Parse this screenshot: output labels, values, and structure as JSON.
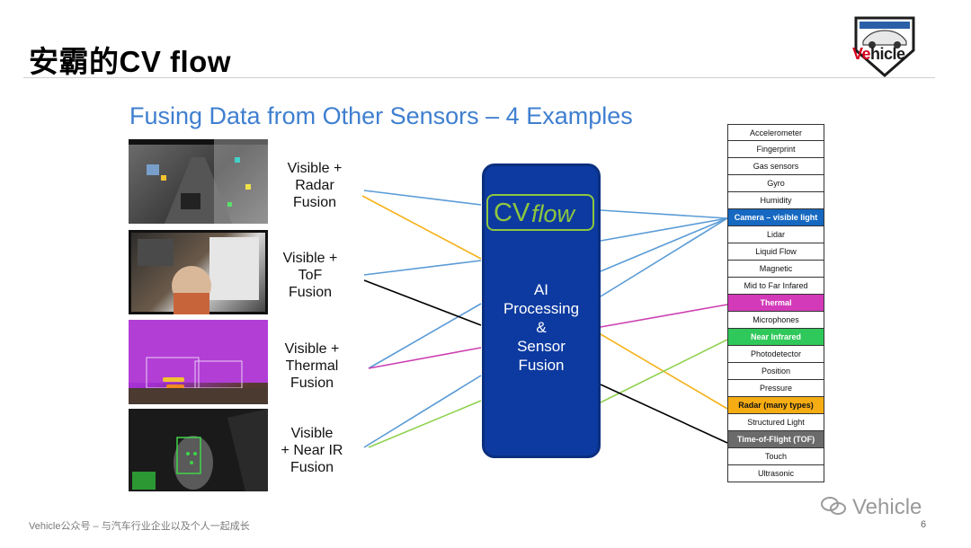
{
  "header": {
    "title": "安霸的CV flow"
  },
  "main": {
    "subtitle": "Fusing Data from Other Sensors – 4 Examples",
    "fusion_labels": [
      "Visible +\nRadar\nFusion",
      "Visible +\nToF\nFusion",
      "Visible +\nThermal\nFusion",
      "Visible\n+ Near IR\nFusion"
    ],
    "processor": {
      "logo_cv": "CV",
      "logo_flow": "flow",
      "text": "AI\nProcessing\n&\nSensor\nFusion"
    },
    "sensors": [
      {
        "label": "Accelerometer",
        "bg": "#ffffff",
        "color": "#111111"
      },
      {
        "label": "Fingerprint",
        "bg": "#ffffff",
        "color": "#111111"
      },
      {
        "label": "Gas sensors",
        "bg": "#ffffff",
        "color": "#111111"
      },
      {
        "label": "Gyro",
        "bg": "#ffffff",
        "color": "#111111"
      },
      {
        "label": "Humidity",
        "bg": "#ffffff",
        "color": "#111111"
      },
      {
        "label": "Camera – visible light",
        "bg": "#1668c1",
        "color": "#ffffff"
      },
      {
        "label": "Lidar",
        "bg": "#ffffff",
        "color": "#111111"
      },
      {
        "label": "Liquid Flow",
        "bg": "#ffffff",
        "color": "#111111"
      },
      {
        "label": "Magnetic",
        "bg": "#ffffff",
        "color": "#111111"
      },
      {
        "label": "Mid to Far Infared",
        "bg": "#ffffff",
        "color": "#111111"
      },
      {
        "label": "Thermal",
        "bg": "#d33ab9",
        "color": "#ffffff"
      },
      {
        "label": "Microphones",
        "bg": "#ffffff",
        "color": "#111111"
      },
      {
        "label": "Near Infrared",
        "bg": "#2fc85a",
        "color": "#ffffff"
      },
      {
        "label": "Photodetector",
        "bg": "#ffffff",
        "color": "#111111"
      },
      {
        "label": "Position",
        "bg": "#ffffff",
        "color": "#111111"
      },
      {
        "label": "Pressure",
        "bg": "#ffffff",
        "color": "#111111"
      },
      {
        "label": "Radar (many types)",
        "bg": "#f6ad14",
        "color": "#111111"
      },
      {
        "label": "Structured Light",
        "bg": "#ffffff",
        "color": "#111111"
      },
      {
        "label": "Time-of-Flight (TOF)",
        "bg": "#6b6b6b",
        "color": "#ffffff"
      },
      {
        "label": "Touch",
        "bg": "#ffffff",
        "color": "#111111"
      },
      {
        "label": "Ultrasonic",
        "bg": "#ffffff",
        "color": "#111111"
      }
    ]
  },
  "colors": {
    "visible": "#5a9bd6",
    "radar": "#f5b21a",
    "tof": "#000000",
    "thermal": "#cc3fb1",
    "near_ir": "#8fd14f",
    "subtitle": "#3f7fd0"
  },
  "footer": {
    "text": "Vehicle公众号 – 与汽车行业企业以及个人一起成长",
    "page": "6",
    "watermark": "Vehicle"
  },
  "brand": {
    "prefix": "Ve",
    "suffix": "hicle"
  }
}
